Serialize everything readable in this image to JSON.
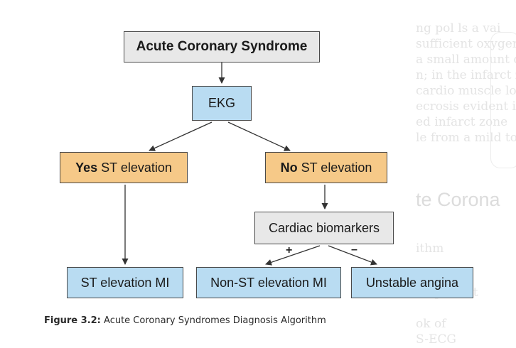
{
  "nodes": {
    "root": "Acute Coronary Syndrome",
    "ekg": "EKG",
    "yes_bold": "Yes",
    "yes_rest": "ST elevation",
    "no_bold": "No",
    "no_rest": "ST elevation",
    "biomarkers": "Cardiac biomarkers",
    "stemi": "ST elevation MI",
    "nstemi": "Non-ST elevation MI",
    "unstable": "Unstable angina"
  },
  "edge_labels": {
    "plus": "+",
    "minus": "–"
  },
  "caption": {
    "label": "Figure 3.2:",
    "text": "Acute Coronary Syndromes Diagnosis Algorithm"
  },
  "colors": {
    "gray_box": "#e8e8e8",
    "blue_box": "#b9dcf2",
    "orange_box": "#f6c988",
    "border": "#4a4a4a"
  }
}
